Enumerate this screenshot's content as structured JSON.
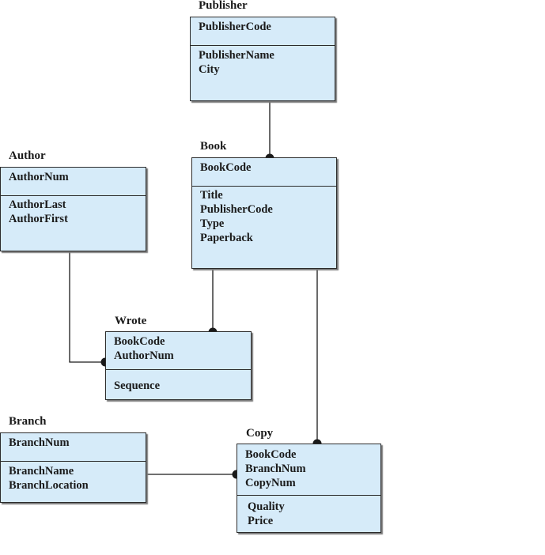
{
  "entities": {
    "publisher": {
      "name": "Publisher",
      "keys": [
        "PublisherCode"
      ],
      "attrs": [
        "PublisherName",
        "City"
      ]
    },
    "book": {
      "name": "Book",
      "keys": [
        "BookCode"
      ],
      "attrs": [
        "Title",
        "PublisherCode",
        "Type",
        "Paperback"
      ]
    },
    "author": {
      "name": "Author",
      "keys": [
        "AuthorNum"
      ],
      "attrs": [
        "AuthorLast",
        "AuthorFirst"
      ]
    },
    "wrote": {
      "name": "Wrote",
      "keys": [
        "BookCode",
        "AuthorNum"
      ],
      "attrs": [
        "Sequence"
      ]
    },
    "branch": {
      "name": "Branch",
      "keys": [
        "BranchNum"
      ],
      "attrs": [
        "BranchName",
        "BranchLocation"
      ]
    },
    "copy": {
      "name": "Copy",
      "keys": [
        "BookCode",
        "BranchNum",
        "CopyNum"
      ],
      "attrs": [
        "Quality",
        "Price"
      ]
    }
  },
  "relationships": [
    {
      "from": "publisher",
      "to": "book"
    },
    {
      "from": "book",
      "to": "wrote"
    },
    {
      "from": "author",
      "to": "wrote"
    },
    {
      "from": "book",
      "to": "copy"
    },
    {
      "from": "branch",
      "to": "copy"
    }
  ],
  "colors": {
    "entity_fill": "#d6ebf9",
    "line": "#1a1a1a"
  }
}
